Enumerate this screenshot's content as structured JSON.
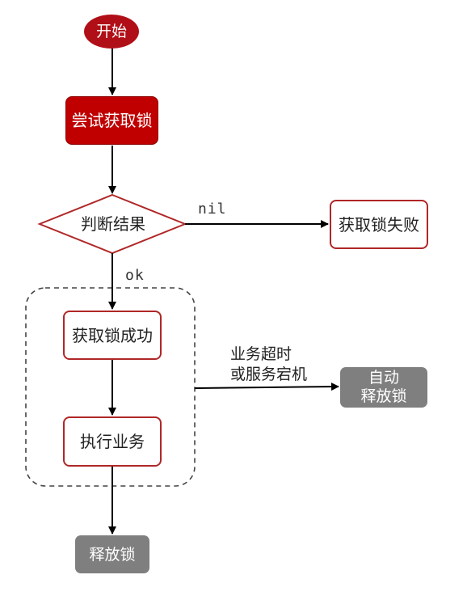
{
  "nodes": {
    "start": "开始",
    "try_lock": "尝试获取锁",
    "decision": "判断结果",
    "fail": "获取锁失败",
    "success": "获取锁成功",
    "business": "执行业务",
    "auto_release_line1": "自动",
    "auto_release_line2": "释放锁",
    "release": "释放锁"
  },
  "edges": {
    "nil_label": "nil",
    "ok_label": "ok",
    "timeout_line1": "业务超时",
    "timeout_line2": "或服务宕机"
  },
  "colors": {
    "start_fill": "#b10f17",
    "try_fill": "#c00000",
    "node_border": "#b02727",
    "gray_fill": "#7f7f7f",
    "line": "#000000",
    "dashed_group": "#444444"
  }
}
